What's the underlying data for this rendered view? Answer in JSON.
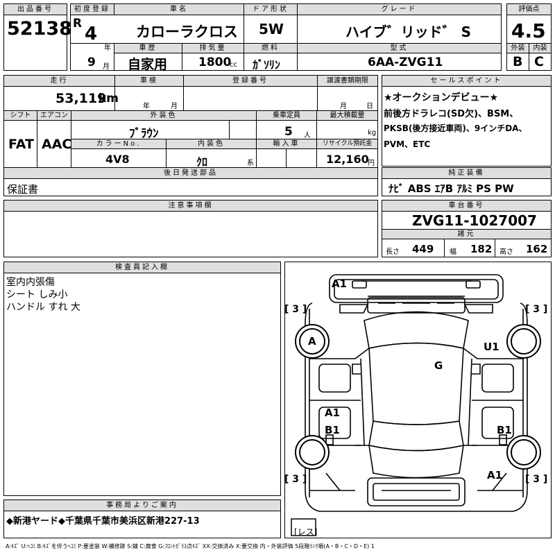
{
  "lot": {
    "label": "出品番号",
    "value": "52138"
  },
  "first_reg": {
    "label": "初度登録",
    "era": "R",
    "year": "4",
    "year_unit": "年",
    "month": "9",
    "month_unit": "月"
  },
  "car_name": {
    "label": "車名",
    "value": "カローラクロス"
  },
  "door": {
    "label": "ドア形状",
    "value": "5W"
  },
  "grade": {
    "label": "グレード",
    "value": "ハイブ゛リッド゛ S"
  },
  "rating": {
    "label": "評価点",
    "value": "4.5",
    "ext_label": "外装",
    "int_label": "内装",
    "ext": "B",
    "int": "C"
  },
  "history": {
    "label": "車歴",
    "value": "自家用"
  },
  "displacement": {
    "label": "排気量",
    "value": "1800",
    "unit": "cc"
  },
  "fuel": {
    "label": "燃料",
    "value": "ｶﾞｿﾘﾝ"
  },
  "model": {
    "label": "型式",
    "value": "6AA-ZVG11"
  },
  "mileage": {
    "label": "走行",
    "value": "53,119",
    "unit": "km"
  },
  "inspection": {
    "label": "車検",
    "year_unit": "年",
    "month_unit": "月"
  },
  "reg_no": {
    "label": "登録番号"
  },
  "transfer": {
    "label": "譲渡書類期限",
    "month_unit": "月",
    "day_unit": "日"
  },
  "sales_point": {
    "label": "セールスポイント",
    "lines": [
      "★オークションデビュー★",
      "前後方ドラレコ(SD欠)、BSM、",
      "PKSB(後方接近車両)、9インチDA、",
      "PVM、ETC"
    ]
  },
  "shift": {
    "label": "シフト",
    "value": "FAT"
  },
  "aircon": {
    "label": "エアコン",
    "value": "AAC"
  },
  "ext_color": {
    "label": "外装色",
    "value": "ﾌﾞﾗｳﾝ"
  },
  "capacity": {
    "label": "乗車定員",
    "value": "5",
    "unit": "人"
  },
  "max_load": {
    "label": "最大積載量",
    "unit": "kg"
  },
  "color_no": {
    "label": "カラーNo.",
    "value": "4V8"
  },
  "int_color": {
    "label": "内装色",
    "value": "ｸﾛ",
    "unit": "系"
  },
  "import": {
    "label": "輸入車"
  },
  "recycle": {
    "label": "リサイクル預託金",
    "value": "12,160",
    "unit": "円"
  },
  "later_parts": {
    "label": "後日発送部品",
    "value": "保証書"
  },
  "genuine": {
    "label": "純正装備",
    "value": "ﾅﾋﾞ ABS ｴｱB ｱﾙﾐ PS PW"
  },
  "notes": {
    "label": "注意事項欄"
  },
  "chassis": {
    "label": "車台番号",
    "value": "ZVG11-1027007"
  },
  "specs": {
    "label": "諸元",
    "length_label": "長さ",
    "length": "449",
    "width_label": "幅",
    "width": "182",
    "height_label": "高さ",
    "height": "162"
  },
  "inspector": {
    "label": "検査員記入欄",
    "lines": [
      "室内内張傷",
      "シート しみ小",
      "ハンドル すれ 大"
    ]
  },
  "diagram": {
    "marks": {
      "front": "A1",
      "left_front_door": "A",
      "right_front_door": "U1",
      "roof": "G",
      "left_rear_door_a": "A1",
      "left_rear_door_b": "B1",
      "right_rear_door": "B1",
      "right_rear_corner": "A1"
    },
    "tires": [
      "3",
      "3",
      "3",
      "3"
    ],
    "spare": "レス"
  },
  "office": {
    "label": "事務局よりご案内",
    "value": "◆新港ヤード◆千葉県千葉市美浜区新港227-13"
  },
  "legend": "A:ｷｽﾞ U:ﾍｺﾐ B:ｷｽﾞを伴うﾍｺﾐ P:要塗装 W:補修跡 S:錆 C:腐食 G:ﾌﾛﾝﾄｶﾞﾗｽ点ｷｽﾞ XX:交換済み X:要交換 内・外装評価 5段階ﾗﾝｸ順(A・B・C・D・E) 1"
}
